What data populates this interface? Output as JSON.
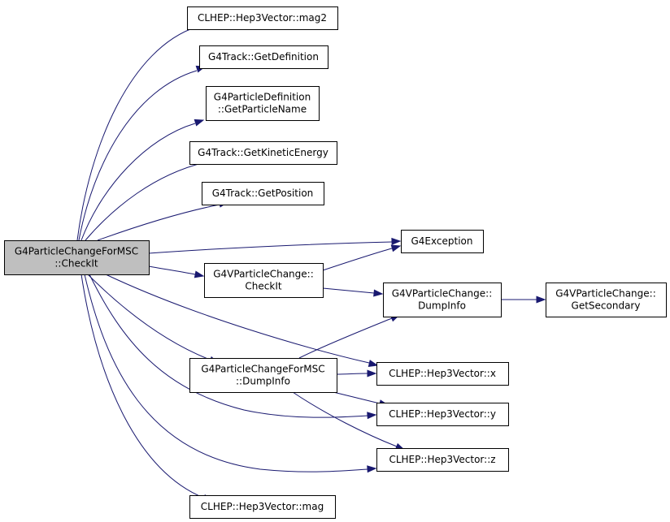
{
  "nodes": {
    "root": [
      "G4ParticleChangeForMSC",
      "::CheckIt"
    ],
    "mag2": [
      "CLHEP::Hep3Vector::mag2"
    ],
    "getdef": [
      "G4Track::GetDefinition"
    ],
    "partname": [
      "G4ParticleDefinition",
      "::GetParticleName"
    ],
    "kinetic": [
      "G4Track::GetKineticEnergy"
    ],
    "position": [
      "G4Track::GetPosition"
    ],
    "exception": [
      "G4Exception"
    ],
    "vcheckit": [
      "G4VParticleChange::",
      "CheckIt"
    ],
    "dumpinfo": [
      "G4VParticleChange::",
      "DumpInfo"
    ],
    "secondary": [
      "G4VParticleChange::",
      "GetSecondary"
    ],
    "mscdump": [
      "G4ParticleChangeForMSC",
      "::DumpInfo"
    ],
    "x": [
      "CLHEP::Hep3Vector::x"
    ],
    "y": [
      "CLHEP::Hep3Vector::y"
    ],
    "z": [
      "CLHEP::Hep3Vector::z"
    ],
    "mag": [
      "CLHEP::Hep3Vector::mag"
    ]
  },
  "colors": {
    "edge": "#191970",
    "root_fill": "#bfbfbf",
    "node_fill": "#ffffff",
    "node_border": "#000000"
  }
}
